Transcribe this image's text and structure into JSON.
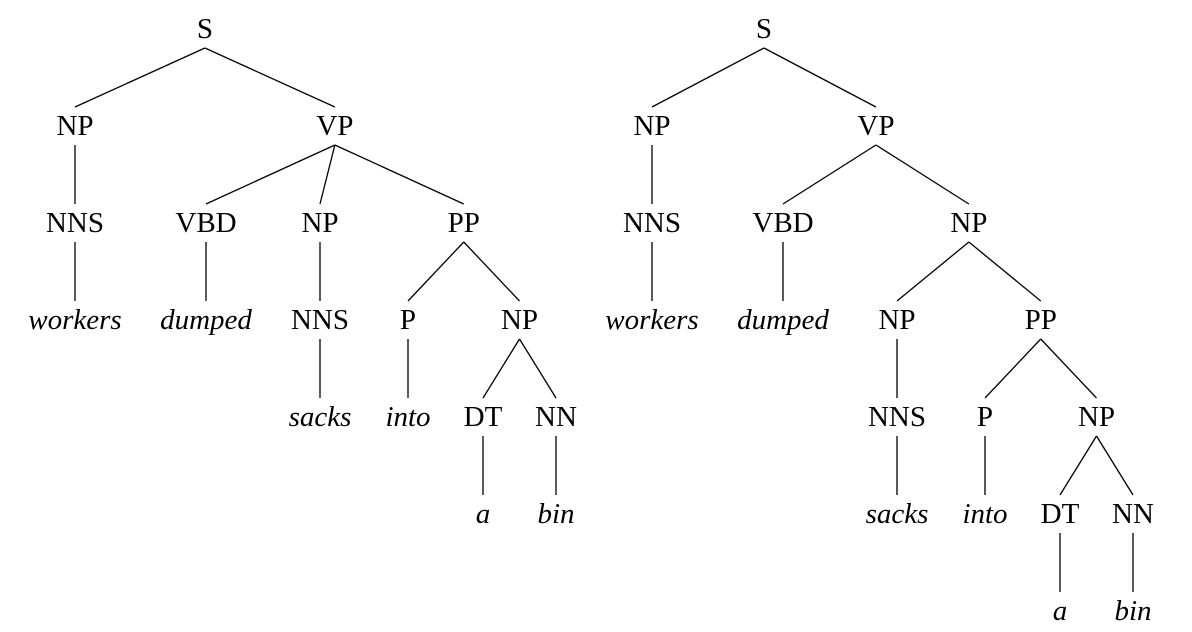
{
  "trees": [
    {
      "label": "S",
      "children": [
        {
          "label": "NP",
          "children": [
            {
              "label": "NNS",
              "children": [
                {
                  "label": "workers",
                  "leaf": true
                }
              ]
            }
          ]
        },
        {
          "label": "VP",
          "children": [
            {
              "label": "VBD",
              "children": [
                {
                  "label": "dumped",
                  "leaf": true
                }
              ]
            },
            {
              "label": "NP",
              "children": [
                {
                  "label": "NNS",
                  "children": [
                    {
                      "label": "sacks",
                      "leaf": true
                    }
                  ]
                }
              ]
            },
            {
              "label": "PP",
              "children": [
                {
                  "label": "P",
                  "children": [
                    {
                      "label": "into",
                      "leaf": true
                    }
                  ]
                },
                {
                  "label": "NP",
                  "children": [
                    {
                      "label": "DT",
                      "children": [
                        {
                          "label": "a",
                          "leaf": true
                        }
                      ]
                    },
                    {
                      "label": "NN",
                      "children": [
                        {
                          "label": "bin",
                          "leaf": true
                        }
                      ]
                    }
                  ]
                }
              ]
            }
          ]
        }
      ]
    },
    {
      "label": "S",
      "children": [
        {
          "label": "NP",
          "children": [
            {
              "label": "NNS",
              "children": [
                {
                  "label": "workers",
                  "leaf": true
                }
              ]
            }
          ]
        },
        {
          "label": "VP",
          "children": [
            {
              "label": "VBD",
              "children": [
                {
                  "label": "dumped",
                  "leaf": true
                }
              ]
            },
            {
              "label": "NP",
              "children": [
                {
                  "label": "NP",
                  "children": [
                    {
                      "label": "NNS",
                      "children": [
                        {
                          "label": "sacks",
                          "leaf": true
                        }
                      ]
                    }
                  ]
                },
                {
                  "label": "PP",
                  "children": [
                    {
                      "label": "P",
                      "children": [
                        {
                          "label": "into",
                          "leaf": true
                        }
                      ]
                    },
                    {
                      "label": "NP",
                      "children": [
                        {
                          "label": "DT",
                          "children": [
                            {
                              "label": "a",
                              "leaf": true
                            }
                          ]
                        },
                        {
                          "label": "NN",
                          "children": [
                            {
                              "label": "bin",
                              "leaf": true
                            }
                          ]
                        }
                      ]
                    }
                  ]
                }
              ]
            }
          ]
        }
      ]
    }
  ]
}
